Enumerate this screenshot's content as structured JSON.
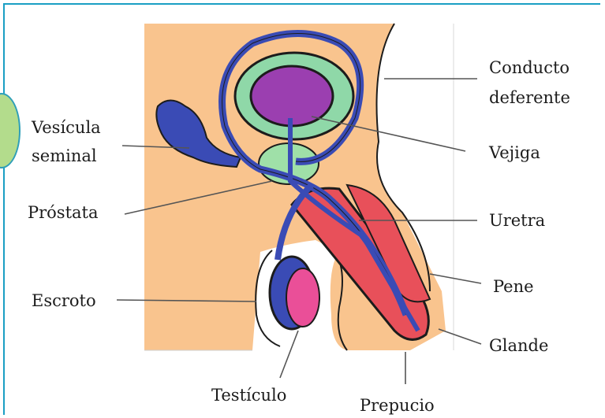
{
  "labels": {
    "conducto": "Conducto",
    "deferente": "deferente",
    "vesicula": "Vesícula",
    "seminal": "seminal",
    "vejiga": "Vejiga",
    "prostata": "Próstata",
    "uretra": "Uretra",
    "pene": "Pene",
    "escroto": "Escroto",
    "glande": "Glande",
    "testiculo": "Testículo",
    "prepucio": "Prepucio"
  },
  "colors": {
    "frame": "#1a9fc4",
    "tab": "#b3dc8c",
    "skin": "#f9c48e",
    "duct": "#3a4bb5",
    "bladder_wall": "#8fd8a8",
    "bladder": "#9b3fb0",
    "prostate": "#9fe0a8",
    "penis": "#e8505a",
    "testis": "#ea4f98",
    "line": "#1c1c1c"
  }
}
